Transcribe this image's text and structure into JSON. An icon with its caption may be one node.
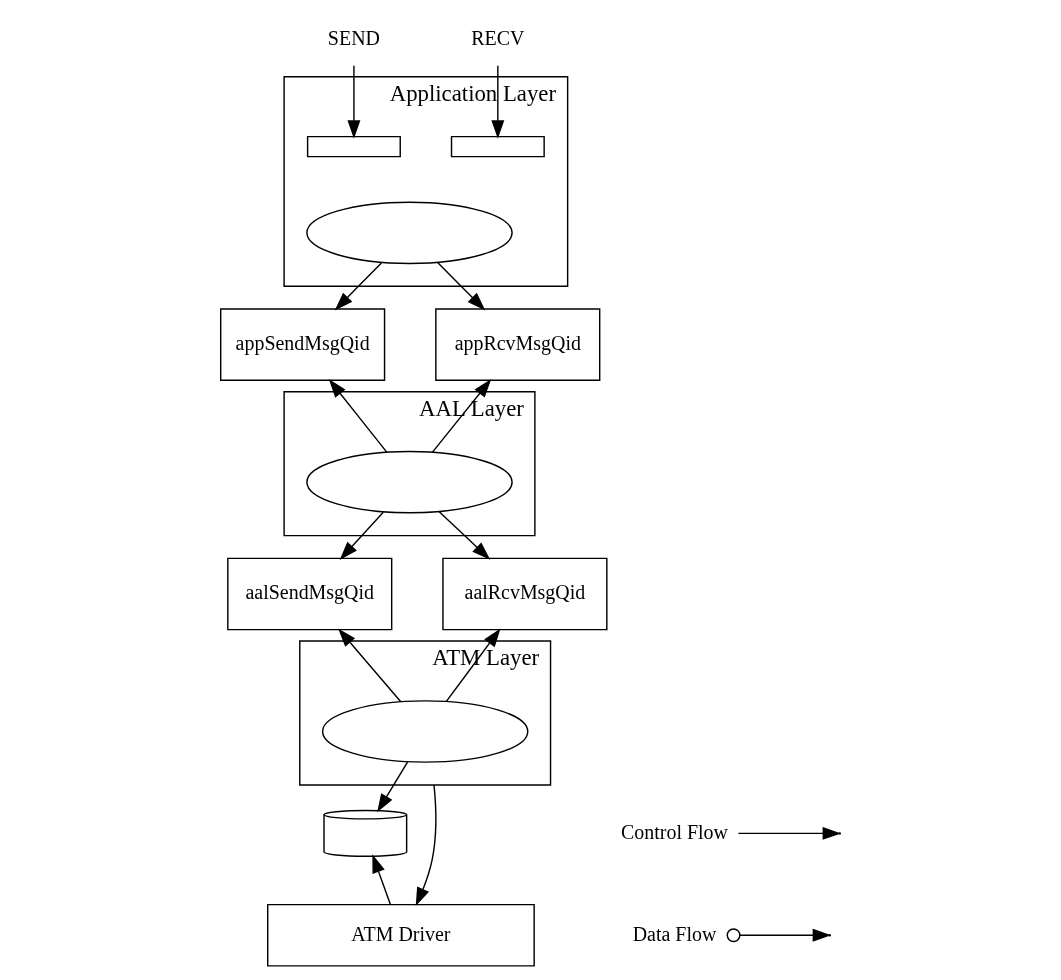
{
  "diagram": {
    "nodes": [
      {
        "text": [
          "SEND"
        ]
      },
      {
        "text": [
          "RECV"
        ]
      },
      {
        "text": [
          "Application Layer"
        ]
      },
      {
        "text": [],
        "shape": "box",
        "in": 2
      },
      {
        "text": [],
        "shape": "box",
        "in": 2
      },
      {
        "text": [],
        "shape": "ellipse",
        "in": 2
      },
      {
        "text": [
          "appSendMsgQid"
        ]
      },
      {
        "text": [
          "appRcvMsgQid"
        ]
      },
      {
        "text": [
          "AAL Layer"
        ]
      },
      {
        "text": [],
        "shape": "ellipse",
        "in": 8
      },
      {
        "text": [
          "aalSendMsgQid"
        ]
      },
      {
        "text": [
          "aalRcvMsgQid"
        ]
      },
      {
        "text": [
          "ATM Layer"
        ]
      },
      {
        "text": [],
        "shape": "ellipse",
        "in": 12
      },
      {
        "text": [],
        "shape": "cylinder"
      },
      {
        "text": [
          "ATM Driver"
        ]
      }
    ],
    "edges": [
      {
        "from": 0,
        "to": 3,
        "arrow": "to"
      },
      {
        "from": 1,
        "to": 4,
        "arrow": "to"
      },
      {
        "from": 5,
        "to": 6,
        "arrow": "to"
      },
      {
        "from": 5,
        "to": 7,
        "arrow": "to"
      },
      {
        "from": 9,
        "to": 6,
        "arrow": "to"
      },
      {
        "from": 9,
        "to": 7,
        "arrow": "to"
      },
      {
        "from": 9,
        "to": 10,
        "arrow": "to"
      },
      {
        "from": 9,
        "to": 11,
        "arrow": "to"
      },
      {
        "from": 13,
        "to": 10,
        "arrow": "to"
      },
      {
        "from": 13,
        "to": 11,
        "arrow": "to"
      },
      {
        "from": 13,
        "to": 14,
        "arrow": "to"
      },
      {
        "from": 12,
        "to": 15,
        "arrow": "to"
      },
      {
        "from": 15,
        "to": 14,
        "arrow": "to"
      }
    ],
    "legend": [
      {
        "text": "Control Flow"
      },
      {
        "text": "Data Flow"
      }
    ]
  }
}
